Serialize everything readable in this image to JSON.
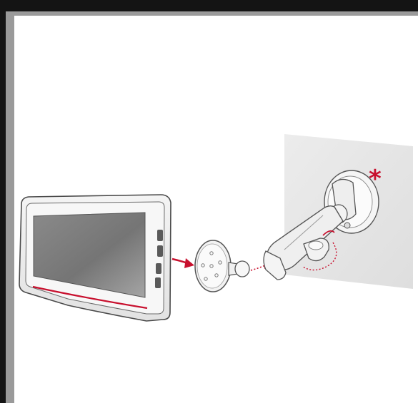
{
  "annotation": {
    "marker_symbol": "*"
  },
  "colors": {
    "accent": "#c8102e",
    "wall": "#e6e6e6",
    "device_body": "#eeeeee",
    "screen": "#7a7a7a",
    "outline": "#4a4a4a",
    "background": "#ffffff",
    "frame": "#141414"
  },
  "parts": [
    {
      "id": "navigation-device",
      "icon": "tablet-device-icon"
    },
    {
      "id": "mount-ball-plate",
      "icon": "ball-mount-icon"
    },
    {
      "id": "suction-cup-arm",
      "icon": "suction-mount-icon"
    },
    {
      "id": "wall-surface",
      "icon": "windshield-icon"
    }
  ]
}
